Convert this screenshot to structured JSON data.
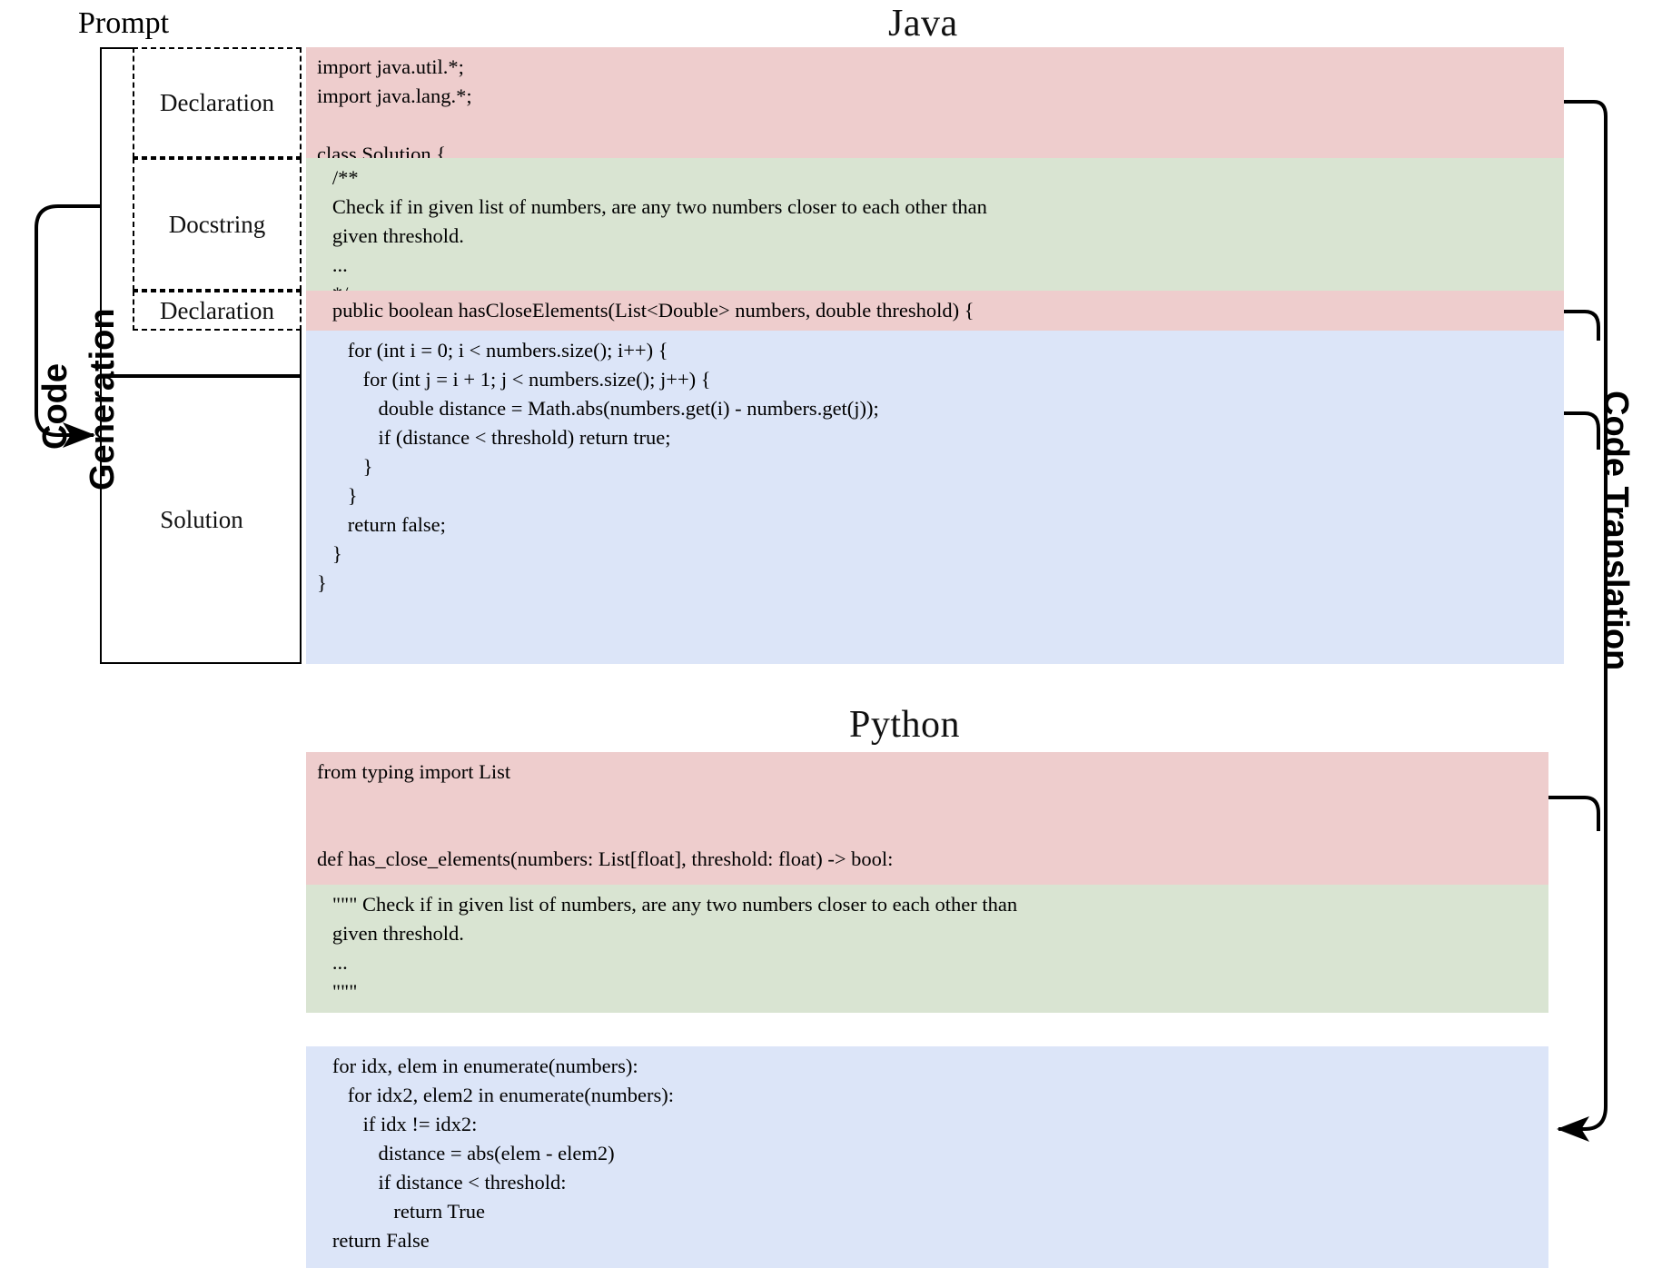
{
  "figure": {
    "title_java": "Java",
    "title_python": "Python",
    "label_prompt": "Prompt",
    "label_code_generation": "Code\nGeneration",
    "label_code_generation_line1": "Code",
    "label_code_generation_line2": "Generation",
    "label_code_translation": "Code Translation"
  },
  "colors": {
    "declaration": "#eecdcd",
    "docstring": "#d9e4d2",
    "solution": "#dce5f8",
    "stroke": "#000000",
    "background": "#ffffff"
  },
  "prompt_boxes": [
    {
      "label": "Declaration",
      "kind": "declaration"
    },
    {
      "label": "Docstring",
      "kind": "docstring"
    },
    {
      "label": "Declaration",
      "kind": "declaration"
    }
  ],
  "solution_box": {
    "label": "Solution",
    "kind": "solution"
  },
  "java": {
    "title": "Java",
    "segments": [
      {
        "kind": "declaration",
        "name": "java-declaration-imports",
        "code": "import java.util.*;\nimport java.lang.*;\n\nclass Solution {"
      },
      {
        "kind": "docstring",
        "name": "java-docstring",
        "code": "   /**\n   Check if in given list of numbers, are any two numbers closer to each other than\n   given threshold.\n   ...\n   */"
      },
      {
        "kind": "declaration",
        "name": "java-declaration-signature",
        "code": "   public boolean hasCloseElements(List<Double> numbers, double threshold) {"
      },
      {
        "kind": "solution",
        "name": "java-solution-body",
        "code": "      for (int i = 0; i < numbers.size(); i++) {\n         for (int j = i + 1; j < numbers.size(); j++) {\n            double distance = Math.abs(numbers.get(i) - numbers.get(j));\n            if (distance < threshold) return true;\n         }\n      }\n      return false;\n   }\n}"
      }
    ]
  },
  "python": {
    "title": "Python",
    "segments": [
      {
        "kind": "declaration",
        "name": "python-declaration",
        "code": "from typing import List\n\n\ndef has_close_elements(numbers: List[float], threshold: float) -> bool:"
      },
      {
        "kind": "docstring",
        "name": "python-docstring",
        "code": "   \"\"\" Check if in given list of numbers, are any two numbers closer to each other than\n   given threshold.\n   ...\n   \"\"\""
      },
      {
        "kind": "solution",
        "name": "python-solution-body",
        "code": "   for idx, elem in enumerate(numbers):\n      for idx2, elem2 in enumerate(numbers):\n         if idx != idx2:\n            distance = abs(elem - elem2)\n            if distance < threshold:\n               return True\n   return False"
      }
    ]
  }
}
